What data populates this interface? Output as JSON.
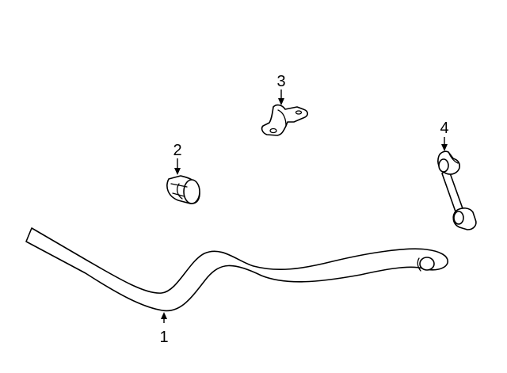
{
  "callouts": [
    {
      "id": "1",
      "label": "1",
      "part": "stabilizer-bar"
    },
    {
      "id": "2",
      "label": "2",
      "part": "bushing"
    },
    {
      "id": "3",
      "label": "3",
      "part": "bracket"
    },
    {
      "id": "4",
      "label": "4",
      "part": "link"
    }
  ],
  "colors": {
    "line": "#000000",
    "fill": "#ffffff",
    "background": "#ffffff"
  }
}
